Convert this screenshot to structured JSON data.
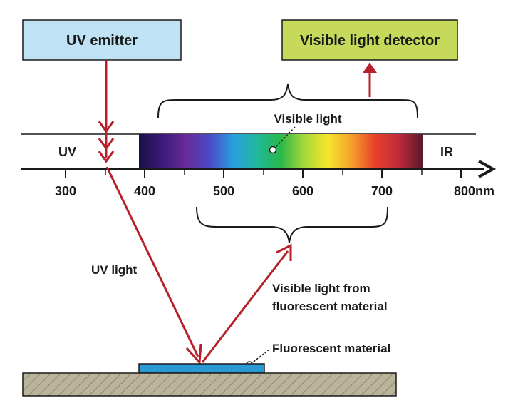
{
  "emitter": {
    "label": "UV emitter",
    "fill": "#bfe3f5"
  },
  "detector": {
    "label": "Visible light detector",
    "fill": "#c6d95a"
  },
  "spectrum": {
    "uv_label": "UV",
    "ir_label": "IR",
    "visible_label": "Visible light",
    "ticks": [
      "300",
      "400",
      "500",
      "600",
      "700",
      "800nm"
    ],
    "gradient": [
      "#1c0f45",
      "#3a1a7a",
      "#6a2a9a",
      "#4a4ac8",
      "#2aa0e0",
      "#1fb89a",
      "#2ab84a",
      "#a8d83a",
      "#f5e62a",
      "#f5a02a",
      "#e8402a",
      "#c02a3a",
      "#5a1a2a"
    ]
  },
  "labels": {
    "uv_light": "UV light",
    "visible_from_line1": "Visible light from",
    "visible_from_line2": "fluorescent material",
    "fluorescent_material": "Fluorescent material"
  },
  "colors": {
    "arrow": "#b5202a",
    "material": "#2a9ad6",
    "ground": "#b9b49a"
  }
}
